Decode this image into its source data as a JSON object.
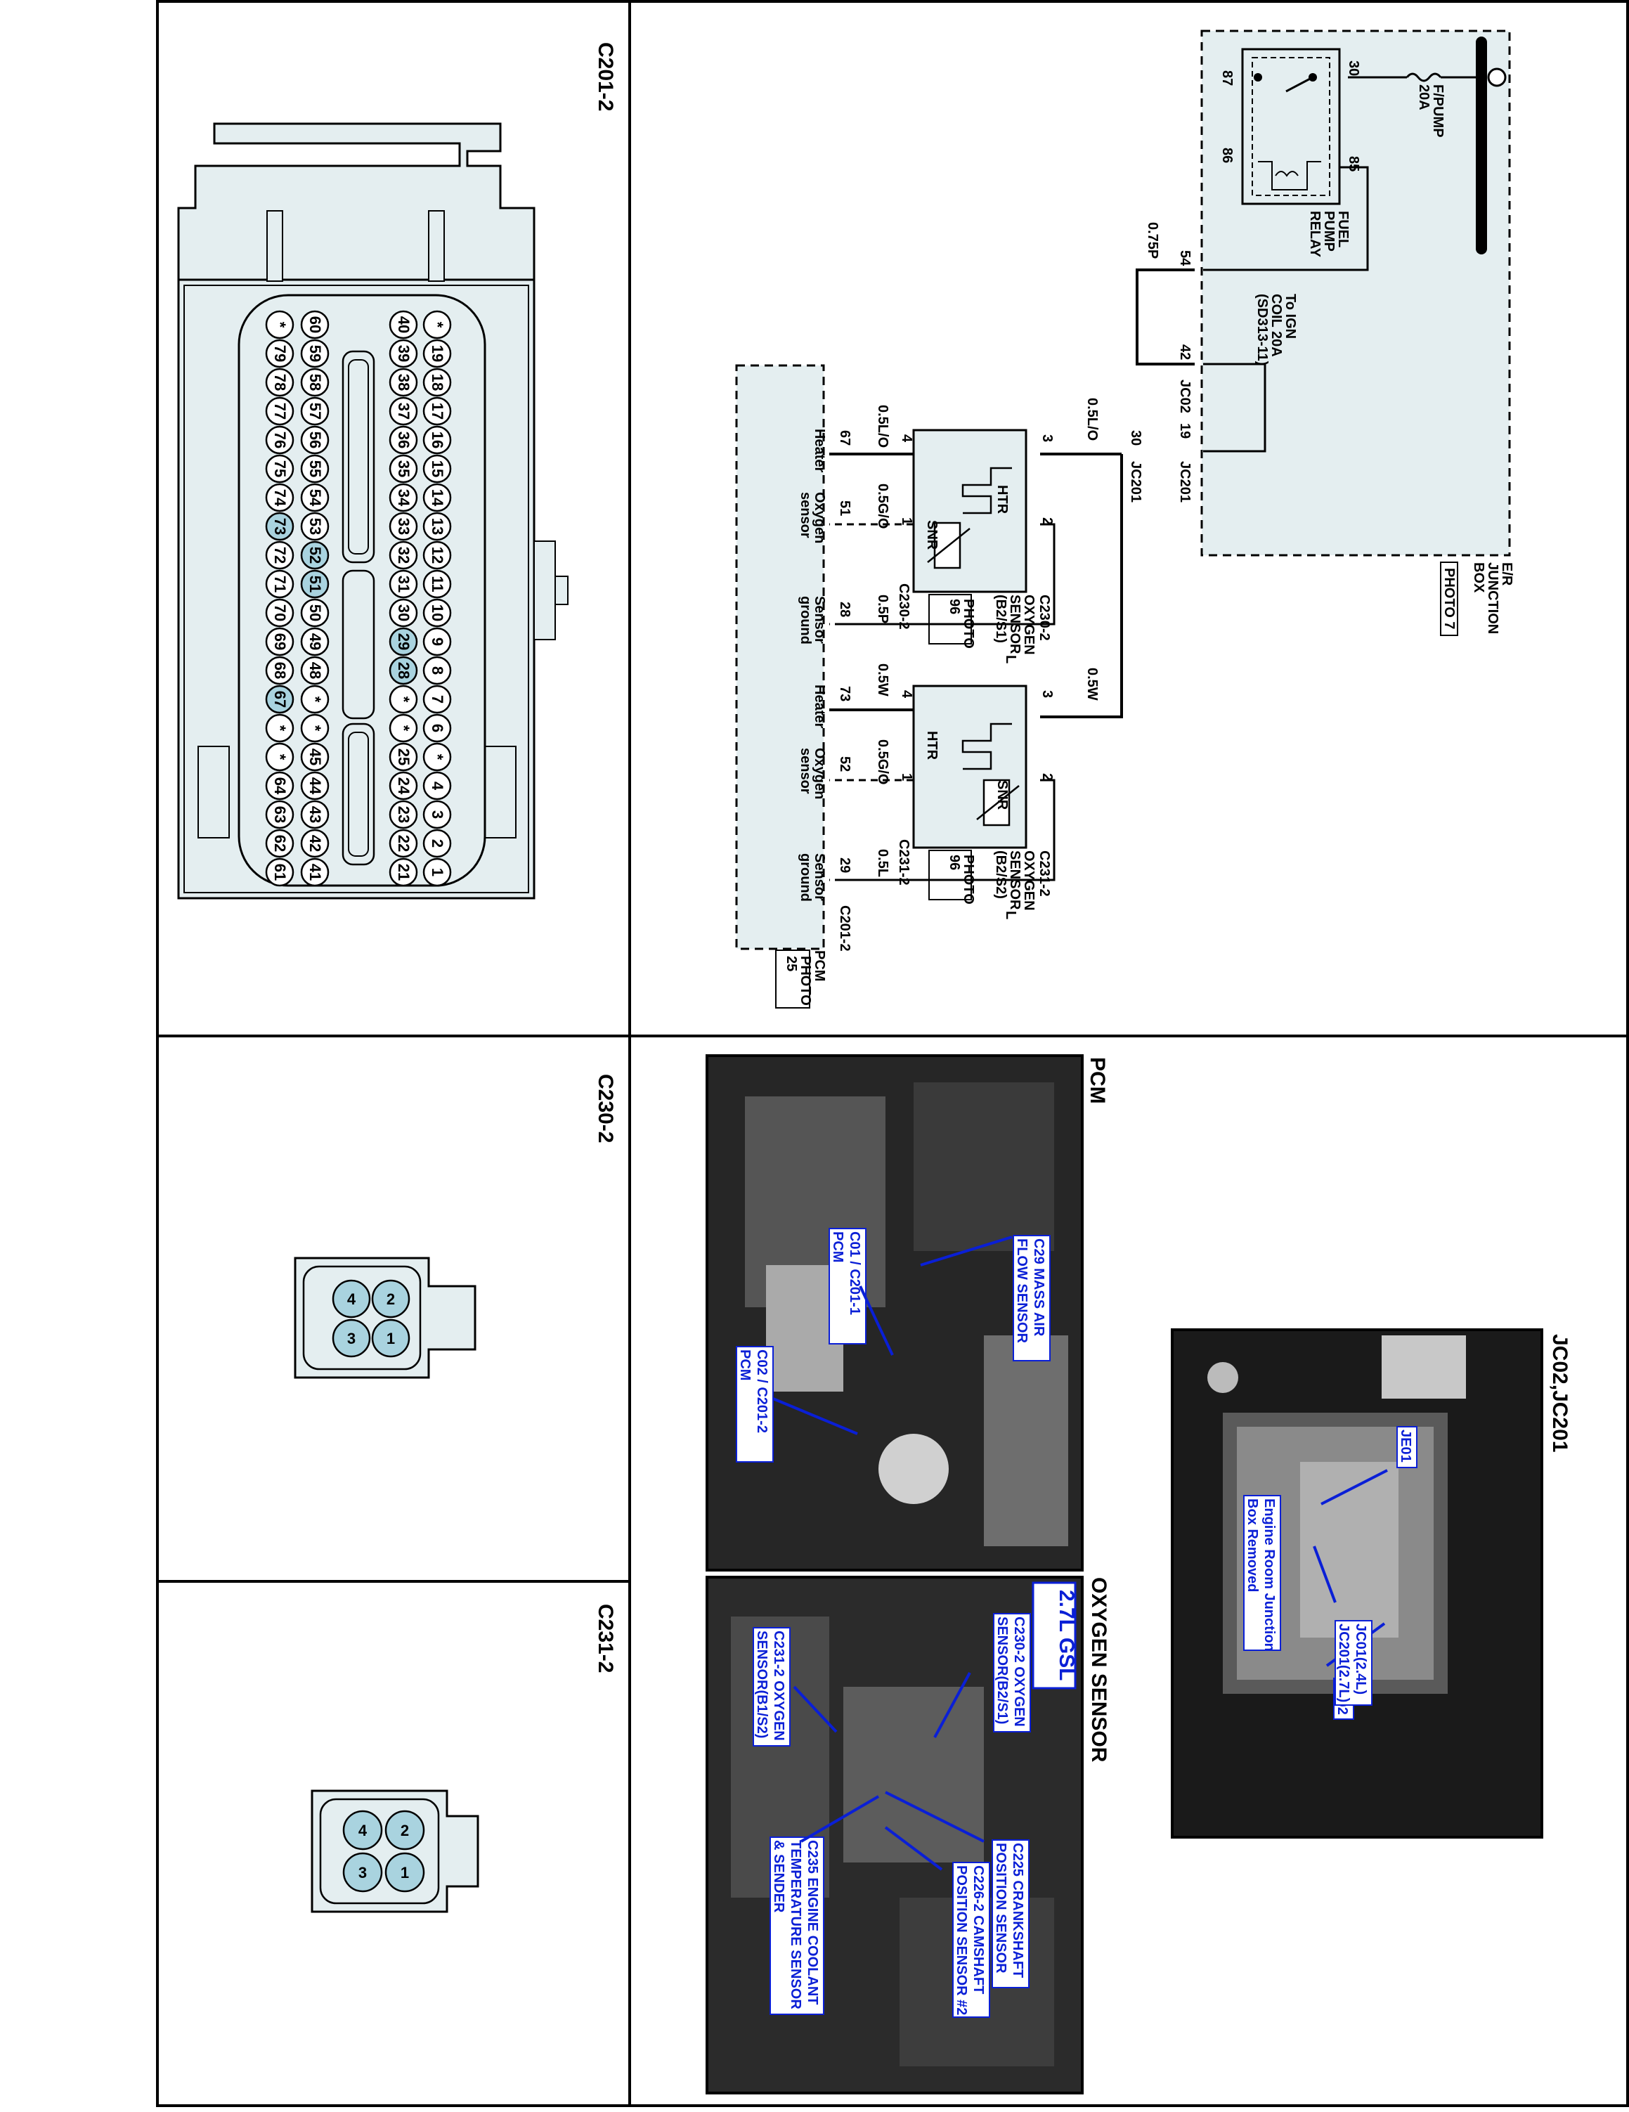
{
  "connectors": {
    "c201": {
      "title": "C201-2",
      "row1": [
        "*",
        "19",
        "18",
        "17",
        "16",
        "15",
        "14",
        "13",
        "12",
        "11",
        "10",
        "9",
        "8",
        "7",
        "6",
        "*",
        "4",
        "3",
        "2",
        "1"
      ],
      "row2": [
        "40",
        "39",
        "38",
        "37",
        "36",
        "35",
        "34",
        "33",
        "32",
        "31",
        "30",
        "29",
        "28",
        "*",
        "*",
        "25",
        "24",
        "23",
        "22",
        "21"
      ],
      "row3": [
        "60",
        "59",
        "58",
        "57",
        "56",
        "55",
        "54",
        "53",
        "52",
        "51",
        "50",
        "49",
        "48",
        "*",
        "*",
        "45",
        "44",
        "43",
        "42",
        "41"
      ],
      "row4": [
        "*",
        "79",
        "78",
        "77",
        "76",
        "75",
        "74",
        "73",
        "72",
        "71",
        "70",
        "69",
        "68",
        "67",
        "*",
        "*",
        "64",
        "63",
        "62",
        "61"
      ],
      "highlighted": [
        "28",
        "29",
        "51",
        "52",
        "67",
        "73"
      ]
    },
    "c230": {
      "title": "C230-2",
      "pins": [
        "1",
        "2",
        "3",
        "4"
      ]
    },
    "c231": {
      "title": "C231-2",
      "pins": [
        "1",
        "2",
        "3",
        "4"
      ]
    }
  },
  "schematic": {
    "er_box": {
      "label1": "E/R",
      "label2": "JUNCTION",
      "label3": "BOX",
      "photo": "PHOTO 7"
    },
    "fuse": {
      "label1": "F/PUMP",
      "label2": "20A",
      "pin": "30"
    },
    "relay": {
      "label1": "FUEL",
      "label2": "PUMP",
      "label3": "RELAY",
      "pin87": "87",
      "pin86": "86",
      "pin85": "85"
    },
    "ign": {
      "label1": "To IGN",
      "label2": "COIL 20A",
      "label3": "(SD313-11)"
    },
    "wires": {
      "w075p": "0.75P",
      "w05lo_a": "0.5L/O",
      "w05lo_b": "0.5L/O",
      "w05w_a": "0.5W",
      "w05w_b": "0.5W",
      "w05go_a": "0.5G/O",
      "w05go_b": "0.5G/O",
      "w05p": "0.5P",
      "w05l": "0.5L"
    },
    "pins": {
      "p54": "54",
      "p42": "42",
      "p19": "19",
      "p30": "30",
      "jc02": "JC02",
      "jc201a": "JC201",
      "jc201b": "JC201",
      "p67": "67",
      "p51": "51",
      "p28": "28",
      "p73": "73",
      "p52": "52",
      "p29": "29",
      "s3a": "3",
      "s4a": "4",
      "s1a": "1",
      "s2a": "2",
      "s3b": "3",
      "s4b": "4",
      "s1b": "1",
      "s2b": "2"
    },
    "sensor1": {
      "htr": "HTR",
      "snr": "SNR",
      "l1": "OXYGEN",
      "l2": "SENSOR",
      "l3": "(B2/S1)",
      "photo1": "PHOTO",
      "photo2": "96",
      "conn": "C230-2",
      "conn2": "C230-2",
      "l": "L"
    },
    "sensor2": {
      "htr": "HTR",
      "snr": "SNR",
      "l1": "OXYGEN",
      "l2": "SENSOR",
      "l3": "(B2/S2)",
      "photo1": "PHOTO",
      "photo2": "96",
      "conn": "C231-2",
      "conn2": "C231-2",
      "l": "L"
    },
    "pcm": {
      "label": "PCM",
      "photo1": "PHOTO",
      "photo2": "25",
      "conn": "C201-2",
      "h1a": "Heater",
      "o1a": "Oxygen",
      "o1b": "sensor",
      "g1a": "Sensor",
      "g1b": "ground",
      "h2a": "Heater",
      "o2a": "Oxygen",
      "o2b": "sensor",
      "g2a": "Sensor",
      "g2b": "ground"
    }
  },
  "photos": {
    "jc": {
      "title": "JC02,JC201",
      "callouts": [
        "JE01",
        "JC02",
        "Engine Room Junction",
        "Box Removed",
        "JC01(2.4L)",
        "JC201(2.7L)"
      ]
    },
    "pcm": {
      "title": "PCM",
      "callouts": [
        "C29 MASS AIR",
        "FLOW SENSOR",
        "C01 / C201-1",
        "PCM",
        "C02 / C201-2",
        "PCM"
      ]
    },
    "oxy": {
      "title": "OXYGEN SENSOR",
      "engine": "2.7L GSL",
      "callouts": [
        "C230-2 OXYGEN",
        "SENSOR(B2/S1)",
        "C231-2 OXYGEN",
        "SENSOR(B1/S2)",
        "C225 CRANKSHAFT",
        "POSITION SENSOR",
        "C226-2 CAMSHAFT",
        "POSITION SENSOR #2",
        "C235 ENGINE COOLANT",
        "TEMPERATURE SENSOR",
        "& SENDER"
      ]
    }
  },
  "colors": {
    "accent": "#a9d3df",
    "panel": "#e4eef0",
    "callout": "#0a1fd6"
  }
}
